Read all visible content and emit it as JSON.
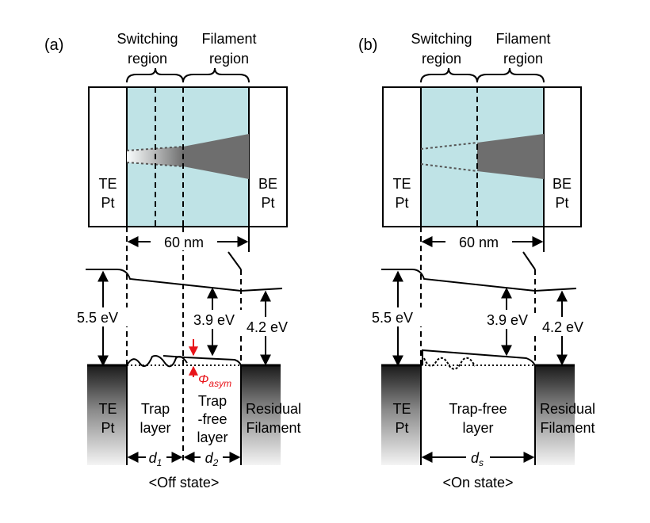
{
  "panel_a": {
    "label": "(a)",
    "switching_line1": "Switching",
    "switching_line2": "region",
    "filament_line1": "Filament",
    "filament_line2": "region",
    "te_line1": "TE",
    "te_line2": "Pt",
    "be_line1": "BE",
    "be_line2": "Pt",
    "width": "60 nm",
    "energy_left": "5.5 eV",
    "energy_mid": "3.9 eV",
    "energy_right": "4.2 eV",
    "phi_symbol": "Φ",
    "phi_sub": "asym",
    "bottom_te_line1": "TE",
    "bottom_te_line2": "Pt",
    "trap_line1": "Trap",
    "trap_line2": "layer",
    "trapfree_line1": "Trap",
    "trapfree_line2": "-free",
    "trapfree_line3": "layer",
    "residual_line1": "Residual",
    "residual_line2": "Filament",
    "d1_main": "d",
    "d1_sub": "1",
    "d2_main": "d",
    "d2_sub": "2",
    "state": "<Off state>"
  },
  "panel_b": {
    "label": "(b)",
    "switching_line1": "Switching",
    "switching_line2": "region",
    "filament_line1": "Filament",
    "filament_line2": "region",
    "te_line1": "TE",
    "te_line2": "Pt",
    "be_line1": "BE",
    "be_line2": "Pt",
    "width": "60 nm",
    "energy_left": "5.5 eV",
    "energy_mid": "3.9 eV",
    "energy_right": "4.2 eV",
    "bottom_te_line1": "TE",
    "bottom_te_line2": "Pt",
    "trapfree_line1": "Trap-free",
    "trapfree_line2": "layer",
    "residual_line1": "Residual",
    "residual_line2": "Filament",
    "ds_main": "d",
    "ds_sub": "s",
    "state": "<On state>"
  },
  "colors": {
    "oxide": "#bfe3e6",
    "filament": "#6e6e6e",
    "arrow_red": "#e8141a"
  }
}
